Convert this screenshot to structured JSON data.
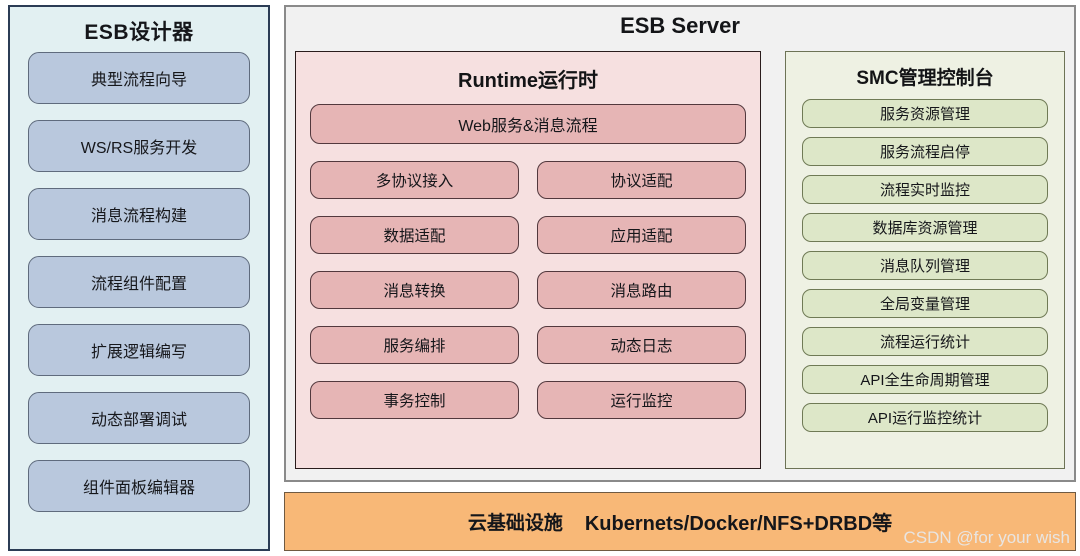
{
  "designer": {
    "title": "ESB设计器",
    "items": [
      {
        "label": "典型流程向导"
      },
      {
        "label": "WS/RS服务开发"
      },
      {
        "label": "消息流程构建"
      },
      {
        "label": "流程组件配置"
      },
      {
        "label": "扩展逻辑编写"
      },
      {
        "label": "动态部署调试"
      },
      {
        "label": "组件面板编辑器"
      }
    ]
  },
  "server": {
    "title": "ESB Server",
    "runtime": {
      "title": "Runtime运行时",
      "wide_item": "Web服务&消息流程",
      "items": [
        {
          "label": "多协议接入"
        },
        {
          "label": "协议适配"
        },
        {
          "label": "数据适配"
        },
        {
          "label": "应用适配"
        },
        {
          "label": "消息转换"
        },
        {
          "label": "消息路由"
        },
        {
          "label": "服务编排"
        },
        {
          "label": "动态日志"
        },
        {
          "label": "事务控制"
        },
        {
          "label": "运行监控"
        }
      ]
    },
    "smc": {
      "title": "SMC管理控制台",
      "items": [
        {
          "label": "服务资源管理"
        },
        {
          "label": "服务流程启停"
        },
        {
          "label": "流程实时监控"
        },
        {
          "label": "数据库资源管理"
        },
        {
          "label": "消息队列管理"
        },
        {
          "label": "全局变量管理"
        },
        {
          "label": "流程运行统计"
        },
        {
          "label": "API全生命周期管理"
        },
        {
          "label": "API运行监控统计"
        }
      ]
    }
  },
  "cloud": {
    "label": "云基础设施",
    "stack": "Kubernets/Docker/NFS+DRBD等"
  },
  "watermark": "CSDN @for your wish",
  "colors": {
    "designer_bg": "#e2f0f2",
    "designer_item": "#b9c8dd",
    "designer_border": "#2b3c55",
    "server_bg": "#f1f1f1",
    "runtime_bg": "#f6e0e0",
    "runtime_item": "#e6b5b5",
    "smc_bg": "#eef1e3",
    "smc_item": "#dde7c8",
    "cloud_bg": "#f8b877"
  }
}
